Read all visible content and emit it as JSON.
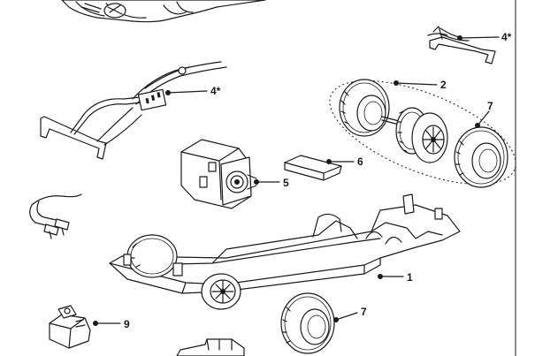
{
  "callouts": {
    "chassis": "1",
    "axle_assembly": "2",
    "wire_harness": "4*",
    "guide_blade": "4*",
    "motor": "5",
    "pad": "6",
    "tyre_top": "7",
    "tyre_bottom": "7",
    "pickup": "9"
  }
}
